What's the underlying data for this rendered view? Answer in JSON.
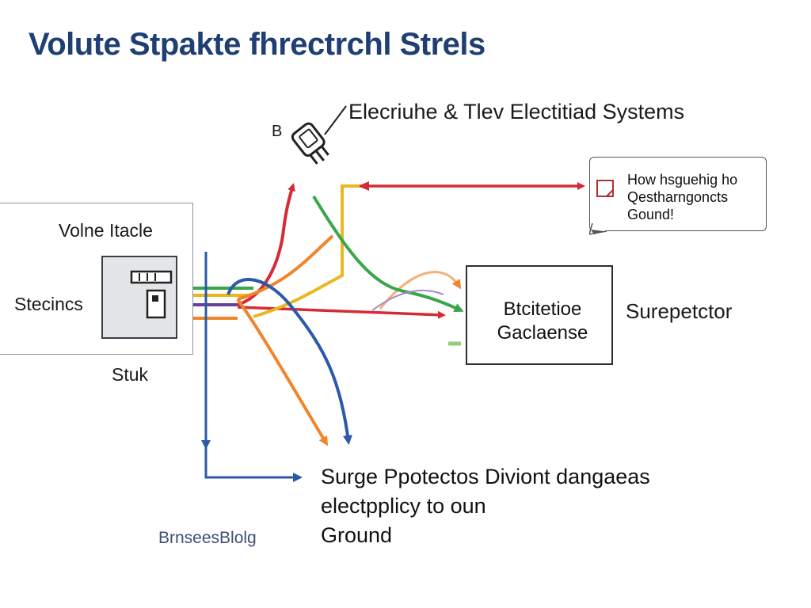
{
  "title": "Volute Stpakte fhrectrchl Strels",
  "subtitle": "Elecriuhe & Tlev Electitiad Systems",
  "plug_label": "B",
  "left_box": {
    "label": "Volne Itacle",
    "side_label": "Stecincs",
    "bottom_label": "Stuk"
  },
  "callout": {
    "lines": [
      "How hsguehig ho",
      "Qestharngoncts",
      "Gound!"
    ]
  },
  "device": {
    "lines": [
      "Btcitetioe",
      "Gaclaense"
    ],
    "side_label": "Surepetctor"
  },
  "bottom_text": {
    "lines": [
      "Surge Ppotectos Diviont dangaeas",
      "electpplicy to oun",
      "Ground"
    ]
  },
  "brand": "BrnseesBlolg",
  "colors": {
    "title": "#1f3f73",
    "red": "#d62b35",
    "orange": "#f0852a",
    "yellow": "#e9b820",
    "green": "#3aa64a",
    "blue": "#2a5aa8",
    "purple": "#6a3f9a"
  },
  "icons": {
    "plug": "plug-icon",
    "note": "note-icon",
    "panel": "electrical-panel-icon"
  }
}
